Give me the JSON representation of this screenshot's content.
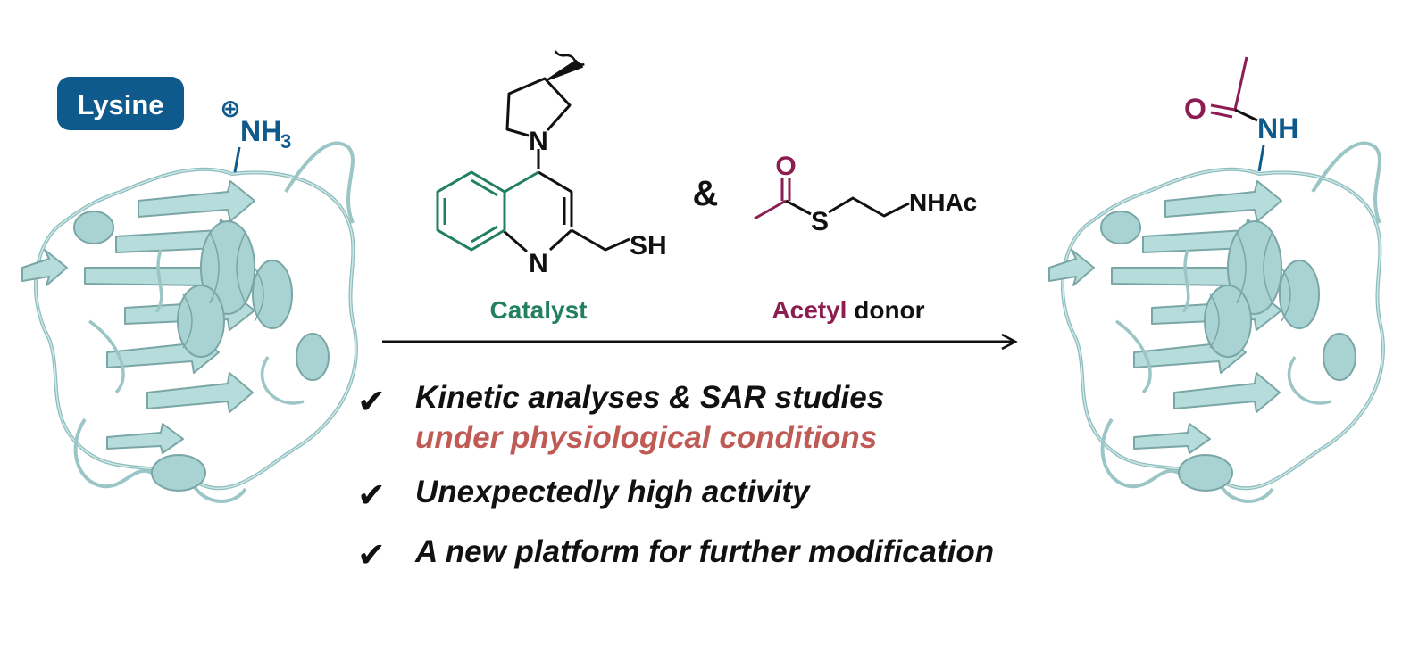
{
  "lysine_badge": "Lysine",
  "colors": {
    "lysine": "#0f5a8c",
    "catalyst": "#23805e",
    "acetyl": "#8c1d50",
    "highlight": "#c05a55",
    "protein_fill": "#b6dcdc",
    "protein_edge": "#7aa6a6",
    "text": "#111111"
  },
  "left_protein": {
    "amine_charge": "⊕",
    "amine_label": "NH",
    "amine_subscript": "3"
  },
  "right_protein": {
    "carbonyl_o": "O",
    "amide_nh": "NH"
  },
  "catalyst": {
    "name": "Catalyst",
    "ring_n": "N",
    "quinoline_n": "N",
    "thiol": "SH"
  },
  "ampersand": "&",
  "donor": {
    "name_colored": "Acetyl",
    "name_rest": "donor",
    "carbonyl_o": "O",
    "sulfur": "S",
    "end_group": "NHAc"
  },
  "bullets": [
    {
      "check": "✔",
      "line1": "Kinetic analyses & SAR studies",
      "line2": "under physiological conditions"
    },
    {
      "check": "✔",
      "line1": "Unexpectedly high activity"
    },
    {
      "check": "✔",
      "line1": "A new platform for further modification"
    }
  ]
}
